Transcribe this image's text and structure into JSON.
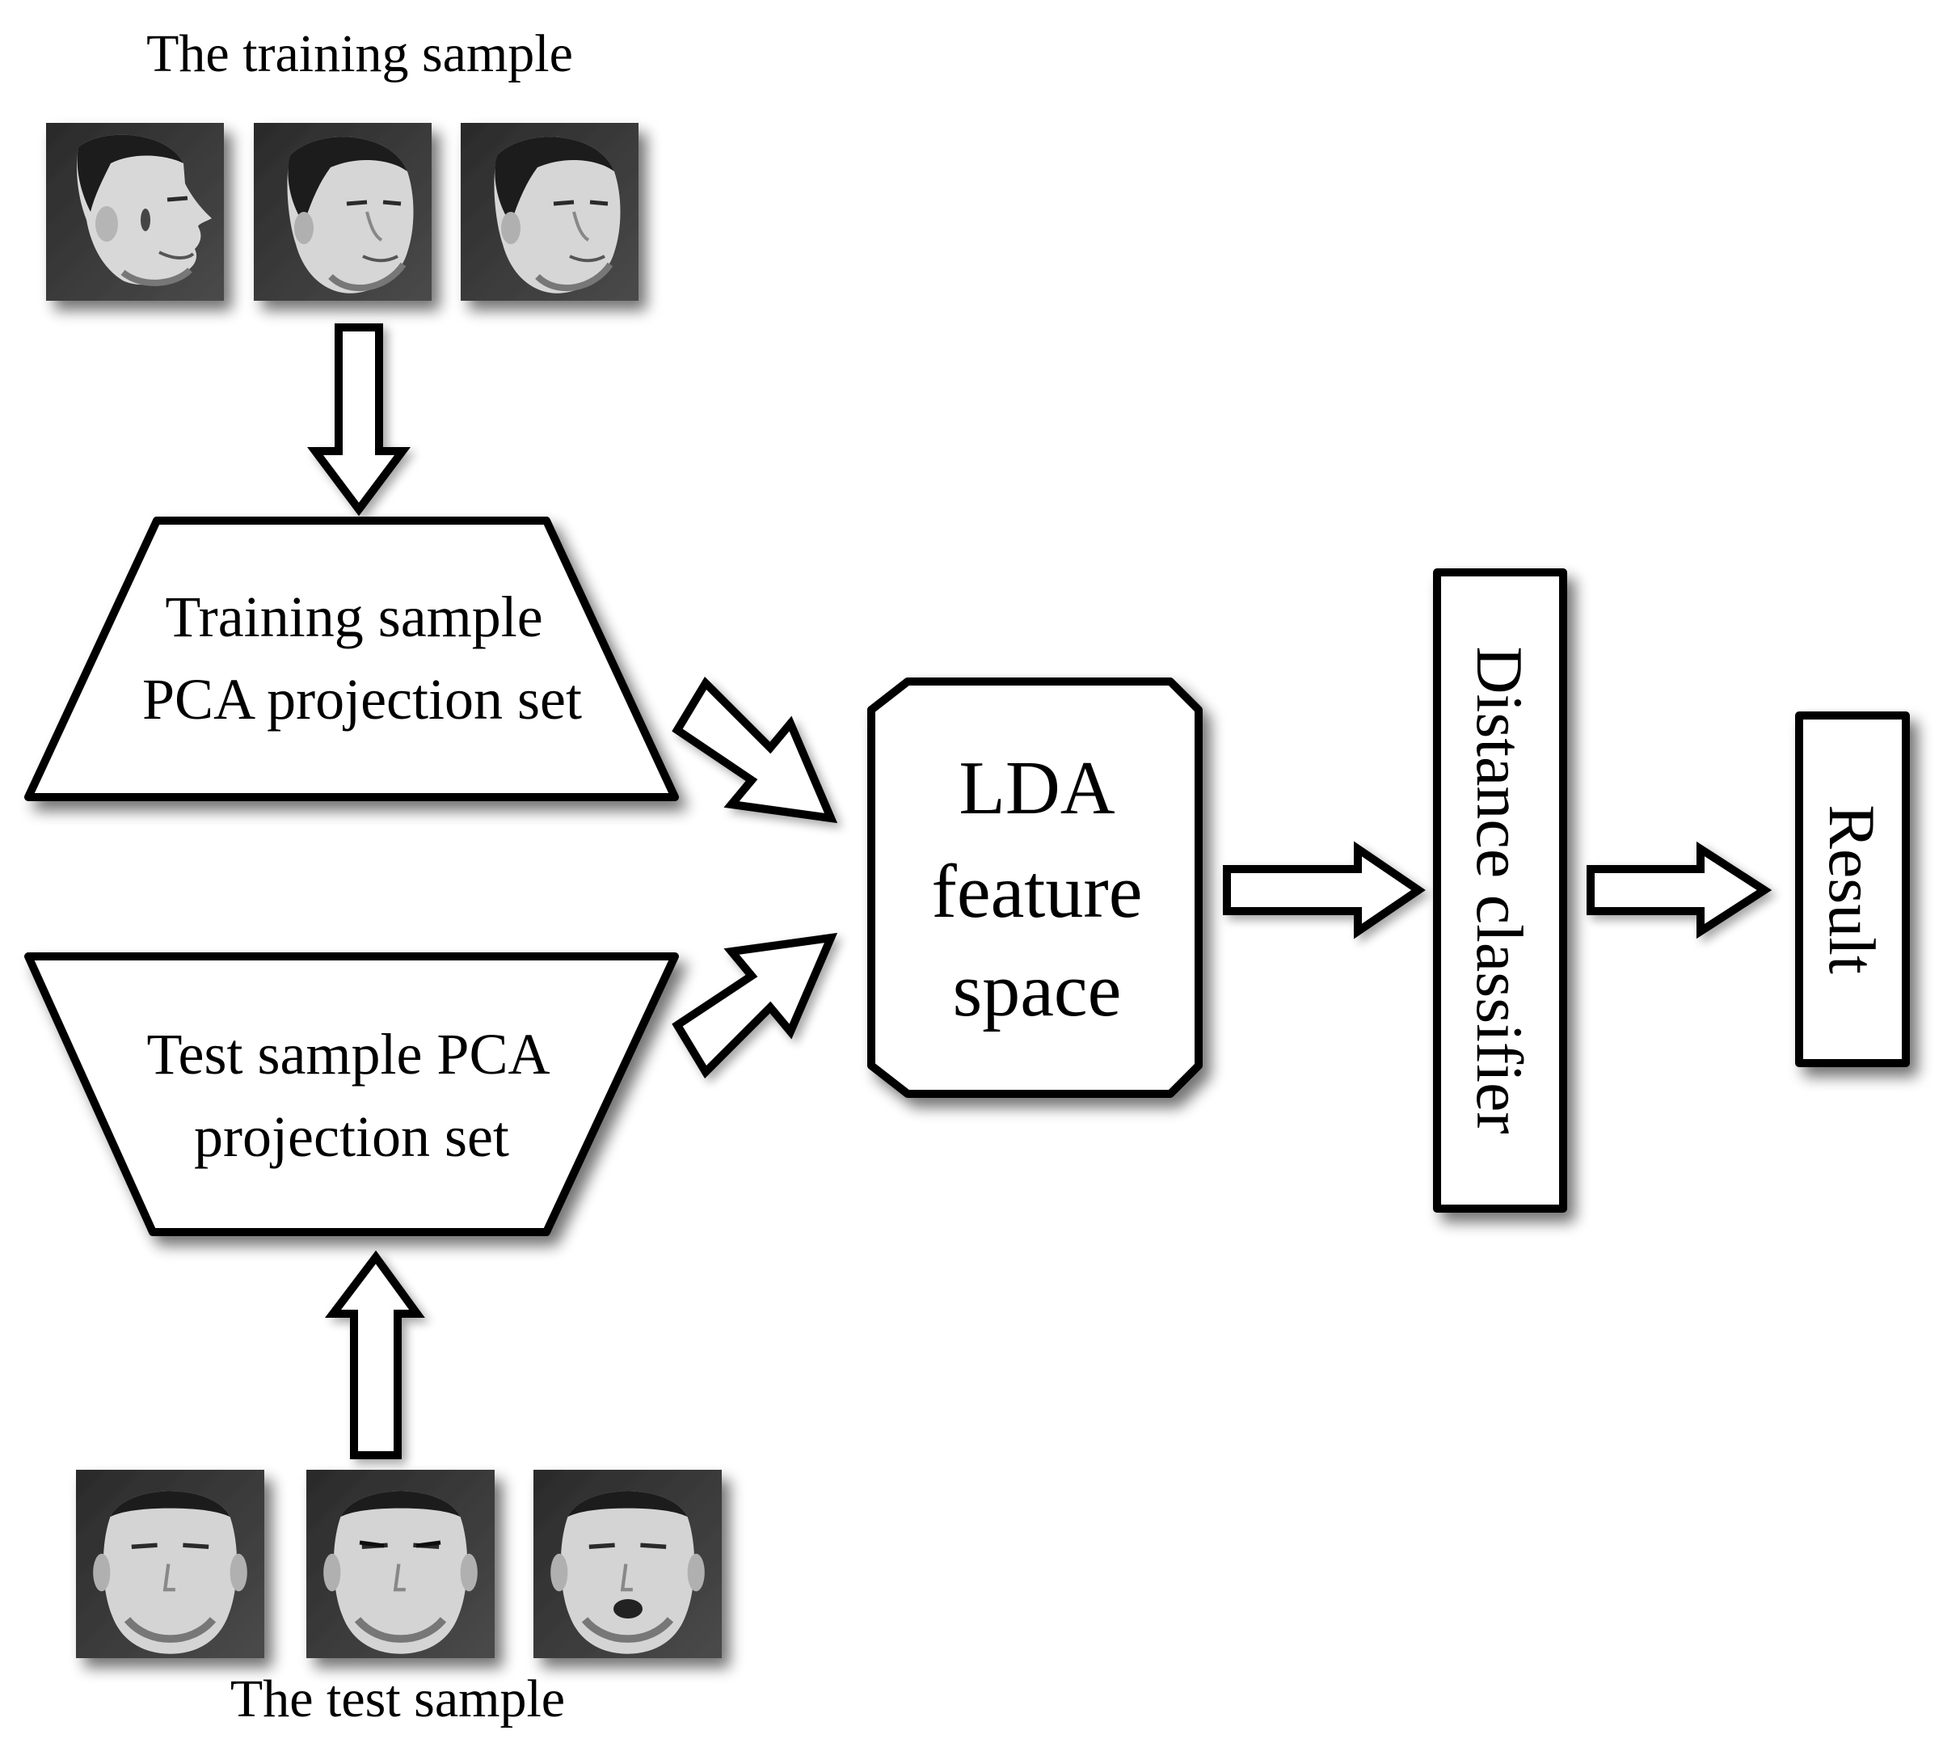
{
  "training": {
    "caption": "The training sample",
    "images": [
      "face-profile-right",
      "face-three-quarter",
      "face-slight-turn"
    ]
  },
  "test": {
    "caption": "The test sample",
    "images": [
      "face-frontal-neutral",
      "face-frontal-eyes-closed",
      "face-frontal-mouth-open"
    ]
  },
  "nodes": {
    "training_pca": [
      "Training sample",
      "PCA projection set"
    ],
    "test_pca": [
      "Test sample PCA",
      "projection set"
    ],
    "lda": [
      "LDA",
      "feature",
      "space"
    ],
    "classifier": "Distance classifier",
    "result": "Result"
  },
  "colors": {
    "stroke": "#000000",
    "fill": "#ffffff",
    "photo_bg": "#3a3a3a"
  }
}
